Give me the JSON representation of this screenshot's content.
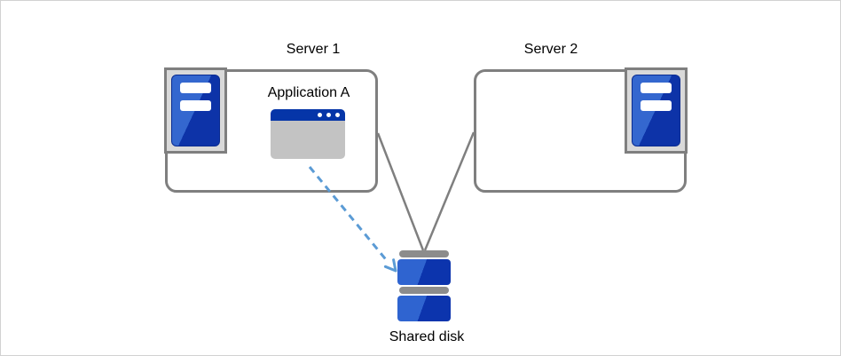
{
  "diagram": {
    "nodes": {
      "server1": {
        "label": "Server 1"
      },
      "server2": {
        "label": "Server 2"
      },
      "application_a": {
        "label": "Application A"
      },
      "shared_disk": {
        "label": "Shared disk"
      }
    },
    "connections": [
      {
        "from": "server1",
        "to": "shared_disk",
        "style": "solid-gray-line"
      },
      {
        "from": "server2",
        "to": "shared_disk",
        "style": "solid-gray-line"
      },
      {
        "from": "application_a",
        "to": "shared_disk",
        "style": "dashed-blue-arrow"
      }
    ],
    "icons": {
      "server1_icon": "server-tower",
      "server2_icon": "server-tower",
      "application_icon": "app-window",
      "shared_disk_icon": "disk-stack"
    },
    "colors": {
      "box_border_gray": "#7f7f7f",
      "icon_box_bg": "#d9d9d9",
      "tower_blue_light": "#3467cf",
      "tower_blue_dark": "#0d33a8",
      "app_titlebar_blue": "#0535a8",
      "app_body_gray": "#c3c3c3",
      "disk_cap_gray": "#8c8c8c",
      "arrow_blue": "#5b9bd5",
      "text": "#000000",
      "canvas_border": "#d2d2d2"
    }
  }
}
